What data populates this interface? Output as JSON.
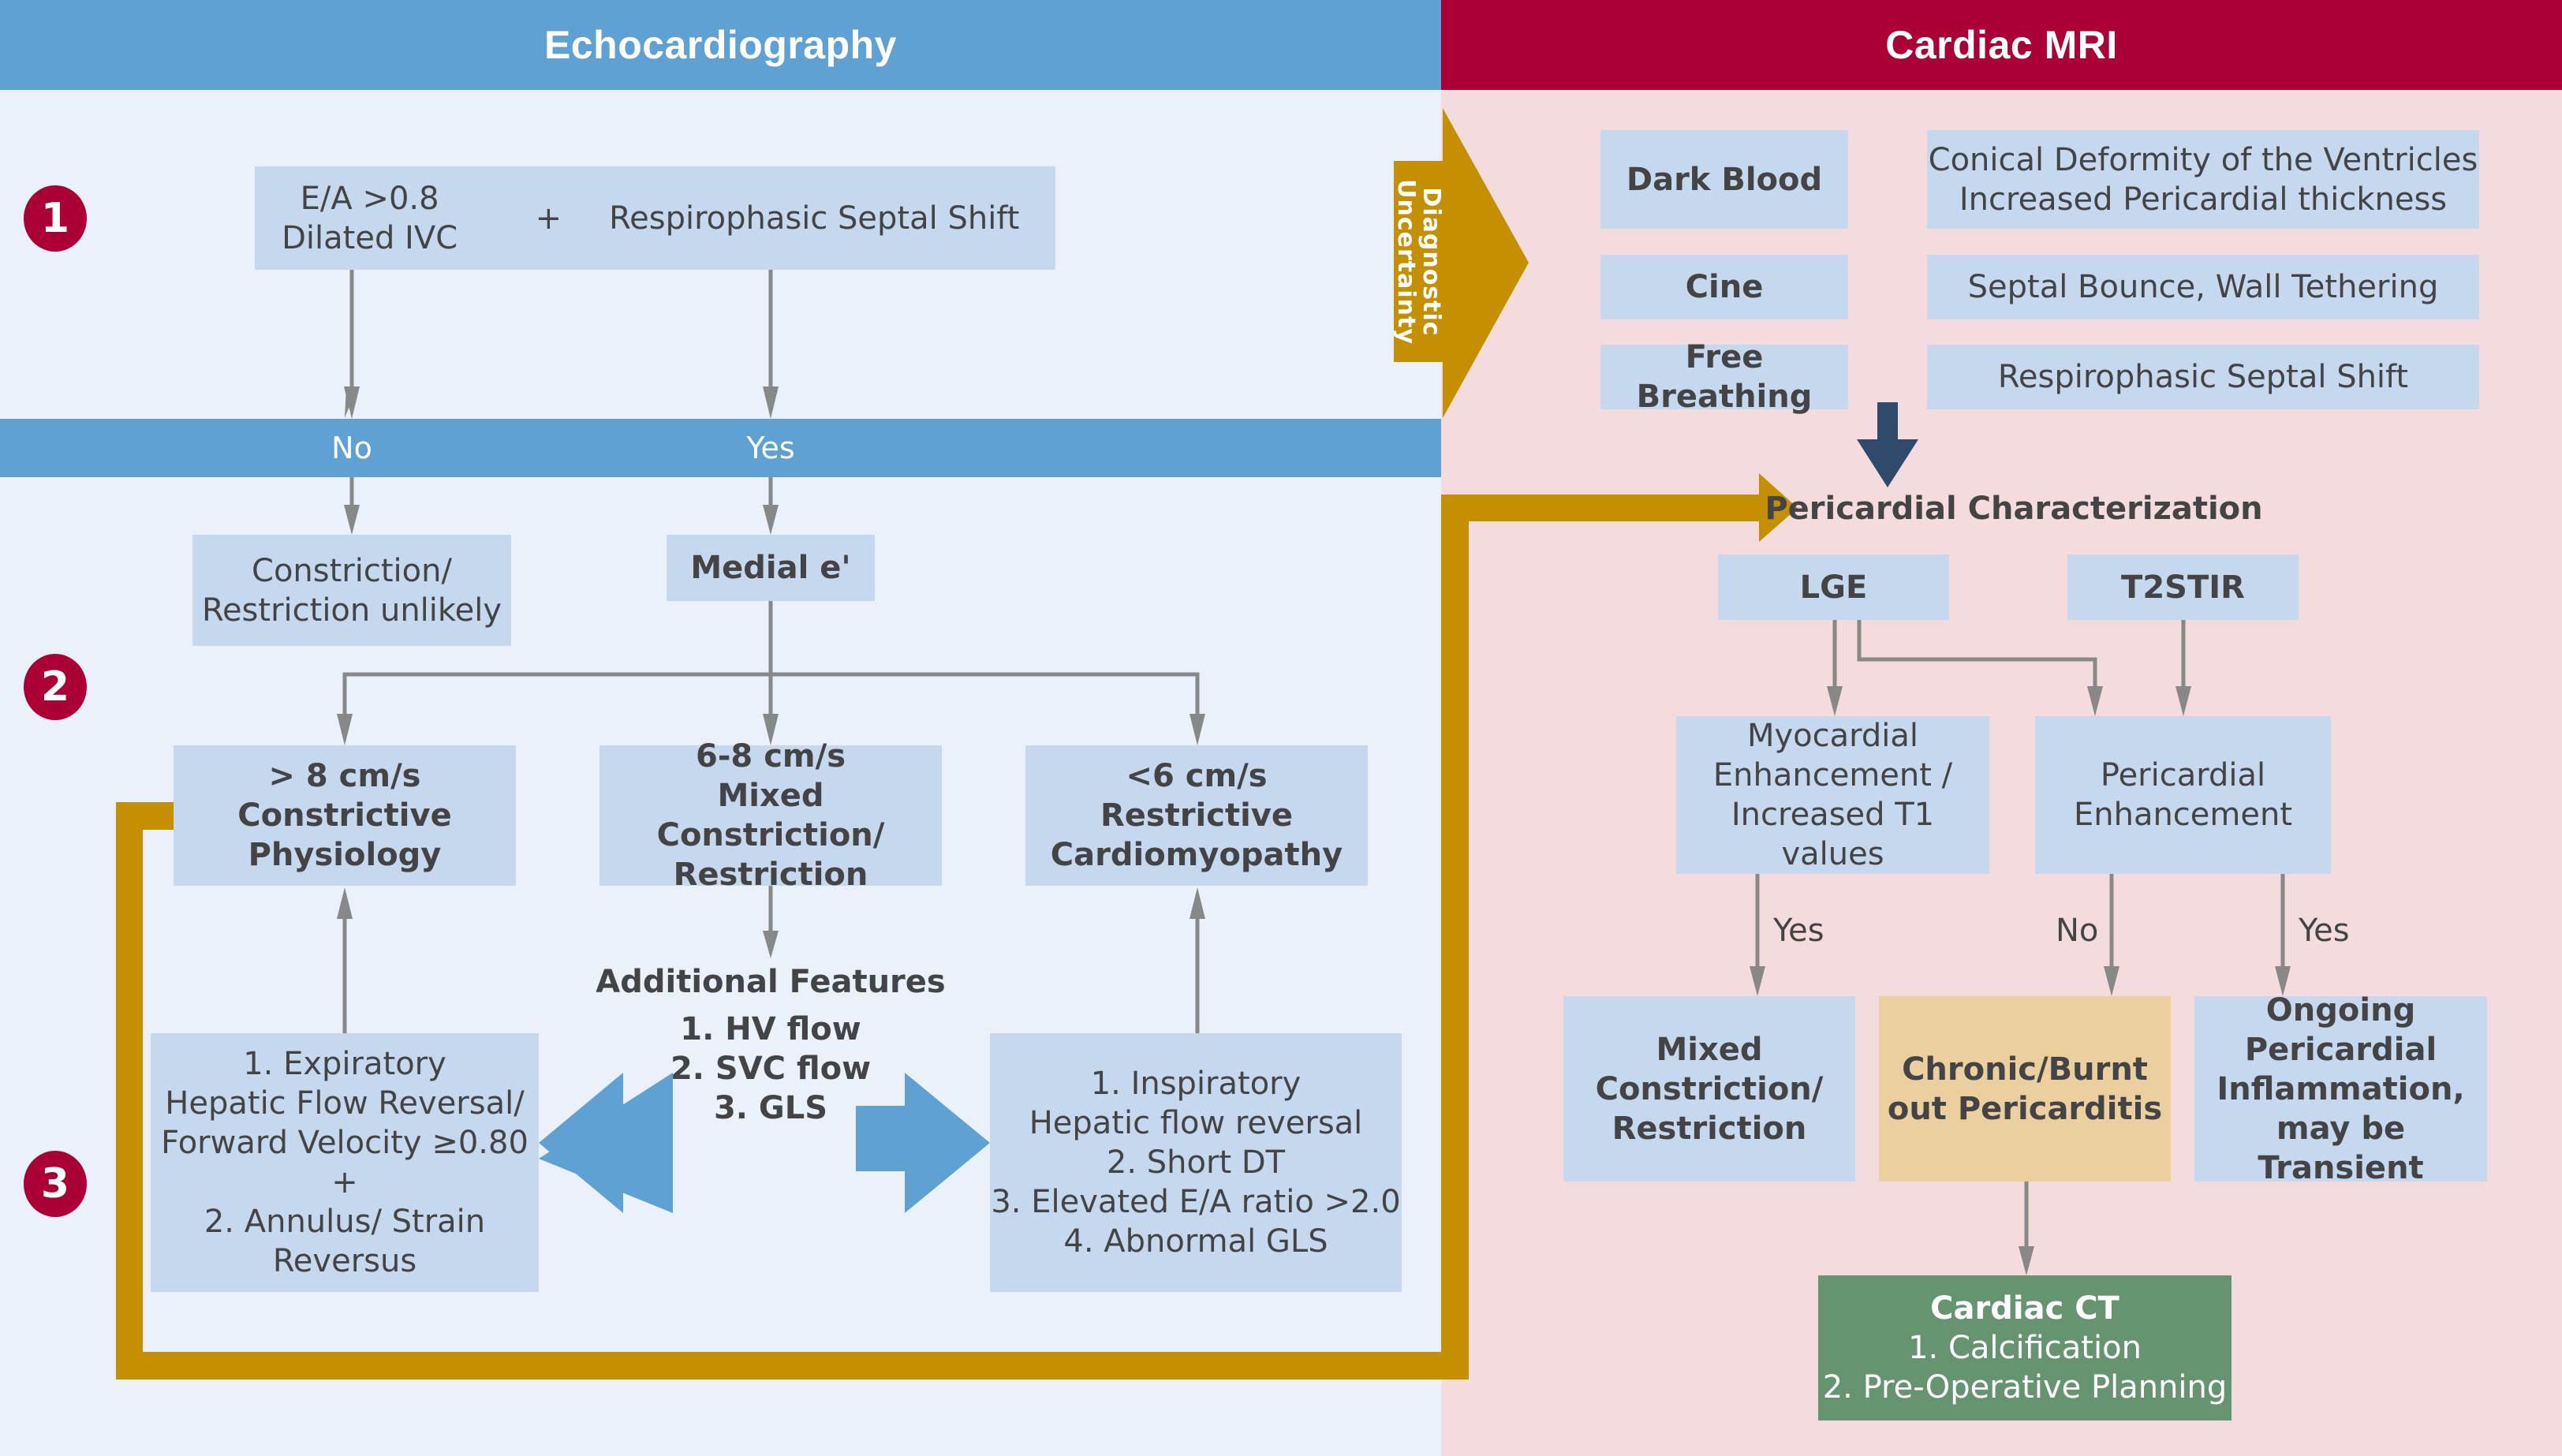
{
  "colors": {
    "echo_header": "#60a1d3",
    "mri_header": "#ab0035",
    "echo_background": "#eaf1fa",
    "mri_background": "#f4dcde",
    "box_fill": "#c5d8ee",
    "chronic_box_fill": "#ebcf9f",
    "ct_box_fill": "#669471",
    "loop_arrow": "#c48f00",
    "connector": "#888888",
    "navy_arrow": "#2f4a6b",
    "step_circle": "#ab0035"
  },
  "headers": {
    "echo": "Echocardiography",
    "mri": "Cardiac MRI"
  },
  "steps": [
    "1",
    "2",
    "3"
  ],
  "echo": {
    "step1": {
      "left_lines": [
        "E/A >0.8",
        "Dilated IVC"
      ],
      "plus": "+",
      "right": "Respirophasic Septal Shift"
    },
    "band": {
      "no": "No",
      "yes": "Yes"
    },
    "unlikely": [
      "Constriction/",
      "Restriction unlikely"
    ],
    "medial": "Medial e'",
    "categories": [
      {
        "lines": [
          "> 8 cm/s",
          "Constrictive",
          "Physiology"
        ]
      },
      {
        "lines": [
          "6-8 cm/s",
          "Mixed Constriction/",
          "Restriction"
        ]
      },
      {
        "lines": [
          "<6 cm/s",
          "Restrictive",
          "Cardiomyopathy"
        ]
      }
    ],
    "additional": {
      "title": "Additional Features",
      "items": [
        "1. HV flow",
        "2. SVC flow",
        "3. GLS"
      ]
    },
    "constrictive_features": [
      "1. Expiratory",
      "Hepatic Flow Reversal/",
      "Forward Velocity ≥0.80",
      "+",
      "2. Annulus/ Strain",
      "Reversus"
    ],
    "restrictive_features": [
      "1. Inspiratory",
      "Hepatic flow reversal",
      "2. Short DT",
      "3. Elevated E/A ratio >2.0",
      "4. Abnormal GLS"
    ]
  },
  "transition": {
    "diagnostic_uncertainty": [
      "Diagnostic",
      "Uncertainty"
    ]
  },
  "mri": {
    "sequences": [
      {
        "name": "Dark Blood",
        "finding_lines": [
          "Conical Deformity of the Ventricles",
          "Increased Pericardial thickness"
        ]
      },
      {
        "name": "Cine",
        "finding_lines": [
          "Septal Bounce, Wall Tethering"
        ]
      },
      {
        "name": "Free Breathing",
        "finding_lines": [
          "Respirophasic Septal Shift"
        ]
      }
    ],
    "characterization": "Pericardial Characterization",
    "lge": "LGE",
    "t2stir": "T2STIR",
    "myocardial": [
      "Myocardial",
      "Enhancement /",
      "Increased T1 values"
    ],
    "pericardial": [
      "Pericardial",
      "Enhancement"
    ],
    "labels": {
      "yes1": "Yes",
      "no": "No",
      "yes2": "Yes"
    },
    "outcomes": {
      "mixed": [
        "Mixed Constriction/",
        "Restriction"
      ],
      "chronic": [
        "Chronic/Burnt",
        "out Pericarditis"
      ],
      "ongoing": [
        "Ongoing",
        "Pericardial",
        "Inflammation,",
        "may be Transient"
      ]
    },
    "ct": {
      "title": "Cardiac CT",
      "items": [
        "1. Calcification",
        "2. Pre-Operative Planning"
      ]
    }
  }
}
